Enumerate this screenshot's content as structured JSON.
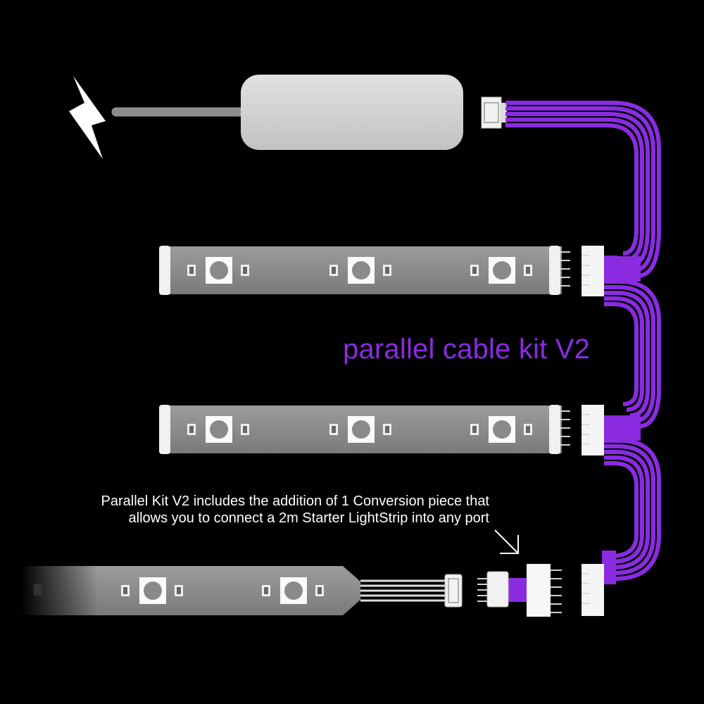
{
  "diagram": {
    "title": "parallel cable kit V2",
    "note_lines": [
      "Parallel Kit V2 includes the addition of 1 Conversion piece that",
      "allows you to connect a 2m Starter LightStrip into any port"
    ]
  },
  "colors": {
    "background": "#000000",
    "cable": "#8a2be2",
    "title": "#8a2be2",
    "note": "#ffffff",
    "strip": "#8c8c8c",
    "power_box": "#d6d6d6"
  },
  "icons": [
    "lightning-bolt-icon",
    "arrow-down-right-icon"
  ]
}
